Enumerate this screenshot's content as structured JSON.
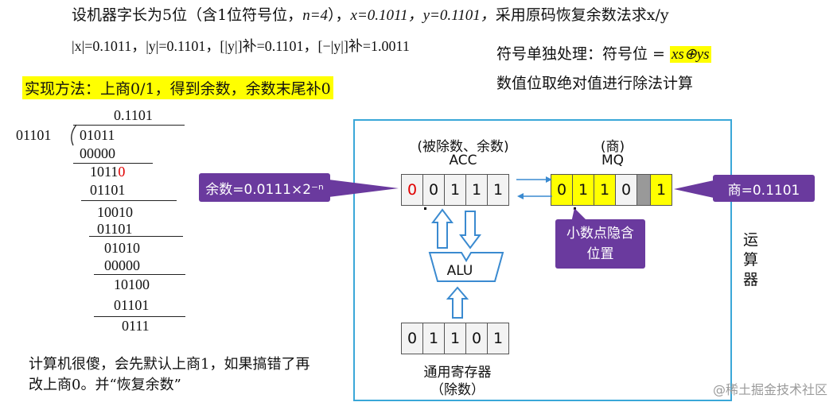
{
  "header": {
    "line1_pre": "设机器字长为5位（含1位符号位，",
    "line1_n": "n=4",
    "line1_mid": "），",
    "line1_xy": "x=0.1011，y=0.1101，",
    "line1_post": "采用原码恢复余数法求x/y",
    "line2": "|x|=0.1011，|y|=0.1101，[|y|]补=0.1101，[−|y|]补=1.0011"
  },
  "method": "实现方法：上商0/1，得到余数，余数末尾补0",
  "sign_rule": {
    "text": "符号单独处理：符号位 = ",
    "formula": "xs⊕ys",
    "magnitude": "数值位取绝对值进行除法计算"
  },
  "long_division": {
    "quotient": "0.1101",
    "divisor": "01101",
    "rows": [
      {
        "text": "01011",
        "red_tail": ""
      },
      {
        "text": "00000",
        "red_tail": ""
      },
      {
        "text": "1011",
        "red_tail": "0"
      },
      {
        "text": "01101",
        "red_tail": ""
      },
      {
        "text": "10010",
        "red_tail": ""
      },
      {
        "text": "01101",
        "red_tail": ""
      },
      {
        "text": "01010",
        "red_tail": ""
      },
      {
        "text": "00000",
        "red_tail": ""
      },
      {
        "text": "10100",
        "red_tail": ""
      },
      {
        "text": "01101",
        "red_tail": ""
      },
      {
        "text": "0111",
        "red_tail": ""
      }
    ]
  },
  "note": "计算机很傻，会先默认上商1，如果搞错了再改上商0。并“恢复余数”",
  "arith_unit": {
    "acc_caption": "(被除数、余数)",
    "acc_label": "ACC",
    "acc_bits": [
      "0",
      "0",
      "1",
      "1",
      "1"
    ],
    "mq_caption": "(商)",
    "mq_label": "MQ",
    "mq_bits": [
      "0",
      "1",
      "1",
      "0",
      "1"
    ],
    "alu_label": "ALU",
    "reg_bits": [
      "0",
      "1",
      "1",
      "0",
      "1"
    ],
    "reg_label": "通用寄存器",
    "reg_sub": "（除数）",
    "unit_label": "运算器"
  },
  "callouts": {
    "remainder": "余数=0.0111×2⁻ⁿ",
    "quotient": "商=0.1101",
    "point": "小数点隐含位置"
  },
  "watermark": "@稀土掘金技术社区",
  "colors": {
    "highlight": "#ffff00",
    "callout": "#6a3a9e",
    "box_border": "#3aa7d8",
    "red": "#e00000",
    "gray_cell": "#999999"
  }
}
